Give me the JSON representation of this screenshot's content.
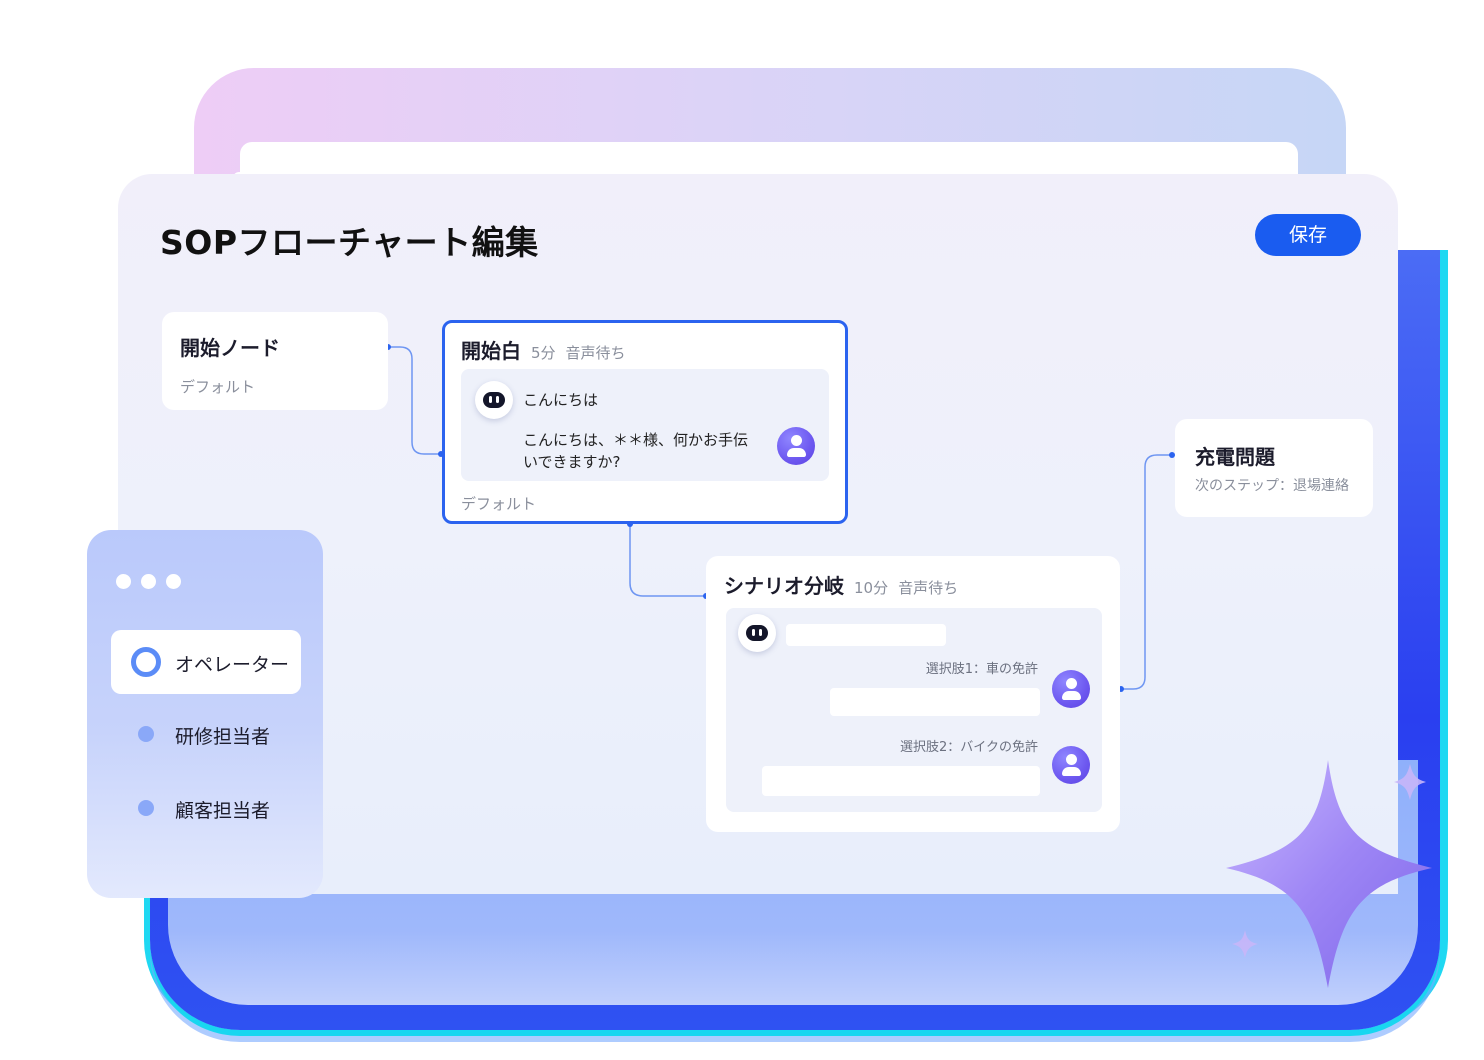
{
  "header": {
    "title": "SOPフローチャート編集",
    "save_label": "保存"
  },
  "nodes": {
    "start": {
      "title": "開始ノード",
      "sub": "デフォルト"
    },
    "greeting": {
      "title": "開始白",
      "duration": "5分",
      "mode": "音声待ち",
      "bot_message": "こんにちは",
      "reply_line1": "こんにちは、＊＊様、何かお手伝",
      "reply_line2": "いできますか?",
      "footer": "デフォルト"
    },
    "branch": {
      "title": "シナリオ分岐",
      "duration": "10分",
      "mode": "音声待ち",
      "choice1": "選択肢1：車の免許",
      "choice2": "選択肢2：バイクの免許"
    },
    "charge": {
      "title": "充電問題",
      "sub": "次のステップ：退場連絡"
    }
  },
  "roles": {
    "items": [
      {
        "label": "オペレーター"
      },
      {
        "label": "研修担当者"
      },
      {
        "label": "顧客担当者"
      }
    ],
    "active_index": 0
  },
  "colors": {
    "accent": "#1a5cf0",
    "node_border": "#2b63ef",
    "connector": "#6f96f2",
    "avatar": "#6d58f0"
  },
  "icons": [
    "bot-icon",
    "user-icon",
    "window-dots",
    "sparkle-icon"
  ]
}
